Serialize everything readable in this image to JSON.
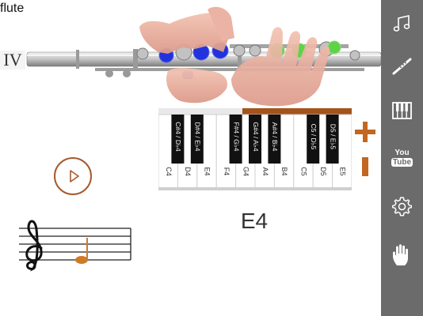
{
  "app": {
    "title": "flute"
  },
  "register": {
    "label": "IV"
  },
  "keyboard": {
    "white_keys": [
      "C4",
      "D4",
      "E4",
      "F4",
      "G4",
      "A4",
      "B4",
      "C5",
      "D5",
      "E5"
    ],
    "black_keys": [
      "C#4 / D♭4",
      "D#4 / E♭4",
      "F#4 / G♭4",
      "G#4 / A♭4",
      "A#4 / B♭4",
      "C5 / D♭5",
      "D5 / E♭5"
    ]
  },
  "current_note": {
    "name": "E4"
  },
  "controls": {
    "play": "play-icon",
    "increase": "plus-icon",
    "decrease": "minus-icon"
  },
  "sidebar": {
    "items": [
      {
        "icon": "music-note-icon"
      },
      {
        "icon": "flute-icon"
      },
      {
        "icon": "piano-icon"
      },
      {
        "icon": "youtube-icon",
        "line1": "You",
        "line2": "Tube"
      },
      {
        "icon": "gear-icon"
      },
      {
        "icon": "hand-icon"
      }
    ]
  },
  "colors": {
    "accent": "#c3661f",
    "sidebar": "#6b6b6b",
    "key_blue": "#2233dd",
    "key_green": "#5fd24a"
  }
}
